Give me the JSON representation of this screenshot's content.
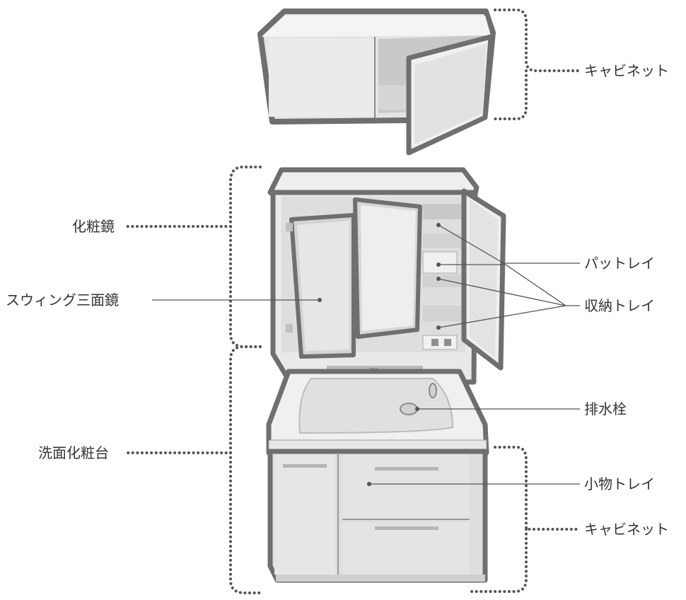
{
  "colors": {
    "outline": "#6f6f6f",
    "panel_light": "#ececec",
    "panel_mid": "#dcdcdc",
    "panel_dark": "#bdbdbd",
    "mirror": "#d9d9d9",
    "leader": "#555555",
    "dots": "#555555",
    "text": "#333333"
  },
  "labels": {
    "upper_cabinet": "キャビネット",
    "vanity_mirror": "化粧鏡",
    "three_panel_mirror": "スウィング三面鏡",
    "pad_tray": "パットレイ",
    "storage_tray": "収納トレイ",
    "drain_plug": "排水栓",
    "washbasin_vanity": "洗面化粧台",
    "small_item_tray": "小物トレイ",
    "lower_cabinet": "キャビネット"
  }
}
